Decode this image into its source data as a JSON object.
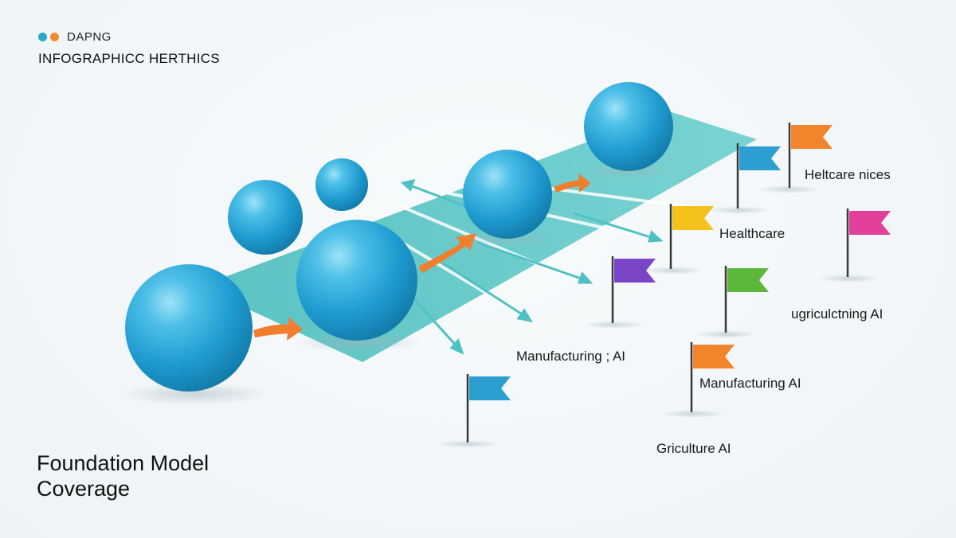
{
  "header": {
    "brand": "DAPNG",
    "subtitle": "INFOGRAPHICC HERTHICS"
  },
  "title": {
    "line1": "Foundation Model",
    "line2": "Coverage"
  },
  "labels": {
    "healtcare_nices": "Heltcare nices",
    "healthcare": "Healthcare",
    "ugricul": "ugriculctning AI",
    "manufacturing_1": "Manufacturing ; AI",
    "manufacturing_2": "Manufacturing AI",
    "griculture": "Griculture AI"
  },
  "colors": {
    "sphere": "#2ba6d4",
    "track": "#5ec8c7",
    "arrow_orange": "#ef7f2d",
    "arrow_teal": "#4fc1c4",
    "flag_orange": "#f2842c",
    "flag_blue": "#2c9fd0",
    "flag_yellow": "#f4c21a",
    "flag_pink": "#e23f9a",
    "flag_purple": "#7a45c7",
    "flag_green": "#5cb83a"
  }
}
